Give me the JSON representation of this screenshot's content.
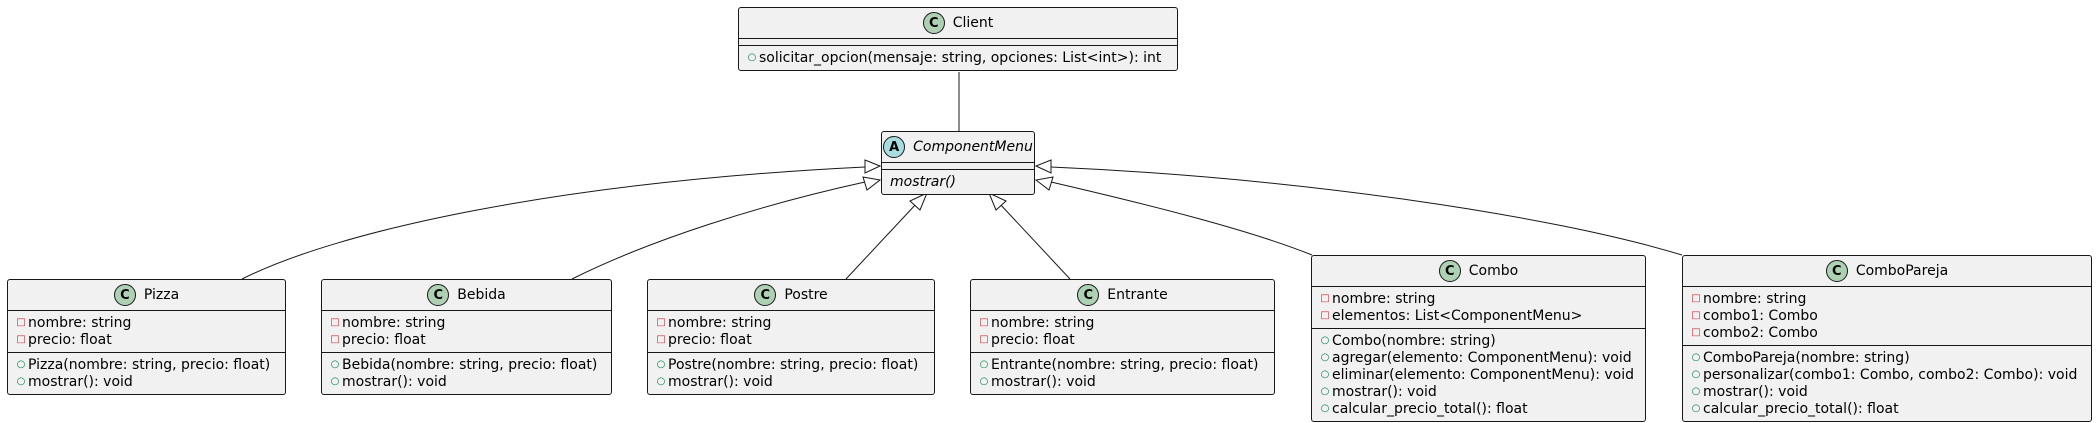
{
  "classes": {
    "client": {
      "name": "Client",
      "stereotype": "C",
      "attributes": [],
      "methods": [
        {
          "vis": "+",
          "text": "solicitar_opcion(mensaje: string, opciones: List<int>): int"
        }
      ]
    },
    "component": {
      "name": "ComponentMenu",
      "stereotype": "A",
      "attributes": [],
      "methods": [
        {
          "vis": "",
          "text": "mostrar()"
        }
      ]
    },
    "pizza": {
      "name": "Pizza",
      "stereotype": "C",
      "attributes": [
        {
          "vis": "-",
          "text": "nombre: string"
        },
        {
          "vis": "-",
          "text": "precio: float"
        }
      ],
      "methods": [
        {
          "vis": "+",
          "text": "Pizza(nombre: string, precio: float)"
        },
        {
          "vis": "+",
          "text": "mostrar(): void"
        }
      ]
    },
    "bebida": {
      "name": "Bebida",
      "stereotype": "C",
      "attributes": [
        {
          "vis": "-",
          "text": "nombre: string"
        },
        {
          "vis": "-",
          "text": "precio: float"
        }
      ],
      "methods": [
        {
          "vis": "+",
          "text": "Bebida(nombre: string, precio: float)"
        },
        {
          "vis": "+",
          "text": "mostrar(): void"
        }
      ]
    },
    "postre": {
      "name": "Postre",
      "stereotype": "C",
      "attributes": [
        {
          "vis": "-",
          "text": "nombre: string"
        },
        {
          "vis": "-",
          "text": "precio: float"
        }
      ],
      "methods": [
        {
          "vis": "+",
          "text": "Postre(nombre: string, precio: float)"
        },
        {
          "vis": "+",
          "text": "mostrar(): void"
        }
      ]
    },
    "entrante": {
      "name": "Entrante",
      "stereotype": "C",
      "attributes": [
        {
          "vis": "-",
          "text": "nombre: string"
        },
        {
          "vis": "-",
          "text": "precio: float"
        }
      ],
      "methods": [
        {
          "vis": "+",
          "text": "Entrante(nombre: string, precio: float)"
        },
        {
          "vis": "+",
          "text": "mostrar(): void"
        }
      ]
    },
    "combo": {
      "name": "Combo",
      "stereotype": "C",
      "attributes": [
        {
          "vis": "-",
          "text": "nombre: string"
        },
        {
          "vis": "-",
          "text": "elementos: List<ComponentMenu>"
        }
      ],
      "methods": [
        {
          "vis": "+",
          "text": "Combo(nombre: string)"
        },
        {
          "vis": "+",
          "text": "agregar(elemento: ComponentMenu): void"
        },
        {
          "vis": "+",
          "text": "eliminar(elemento: ComponentMenu): void"
        },
        {
          "vis": "+",
          "text": "mostrar(): void"
        },
        {
          "vis": "+",
          "text": "calcular_precio_total(): float"
        }
      ]
    },
    "combopareja": {
      "name": "ComboPareja",
      "stereotype": "C",
      "attributes": [
        {
          "vis": "-",
          "text": "nombre: string"
        },
        {
          "vis": "-",
          "text": "combo1: Combo"
        },
        {
          "vis": "-",
          "text": "combo2: Combo"
        }
      ],
      "methods": [
        {
          "vis": "+",
          "text": "ComboPareja(nombre: string)"
        },
        {
          "vis": "+",
          "text": "personalizar(combo1: Combo, combo2: Combo): void"
        },
        {
          "vis": "+",
          "text": "mostrar(): void"
        },
        {
          "vis": "+",
          "text": "calcular_precio_total(): float"
        }
      ]
    }
  },
  "relations": [
    {
      "from": "client",
      "to": "component",
      "kind": "association"
    },
    {
      "from": "pizza",
      "to": "component",
      "kind": "inheritance"
    },
    {
      "from": "bebida",
      "to": "component",
      "kind": "inheritance"
    },
    {
      "from": "postre",
      "to": "component",
      "kind": "inheritance"
    },
    {
      "from": "entrante",
      "to": "component",
      "kind": "inheritance"
    },
    {
      "from": "combo",
      "to": "component",
      "kind": "inheritance"
    },
    {
      "from": "combopareja",
      "to": "component",
      "kind": "inheritance"
    }
  ],
  "colors": {
    "class_fill": "#f1f1f1",
    "border": "#181818",
    "class_badge": "#add1b2",
    "abstract_badge": "#a9dcdf",
    "private": "#c82930",
    "public": "#038048"
  }
}
